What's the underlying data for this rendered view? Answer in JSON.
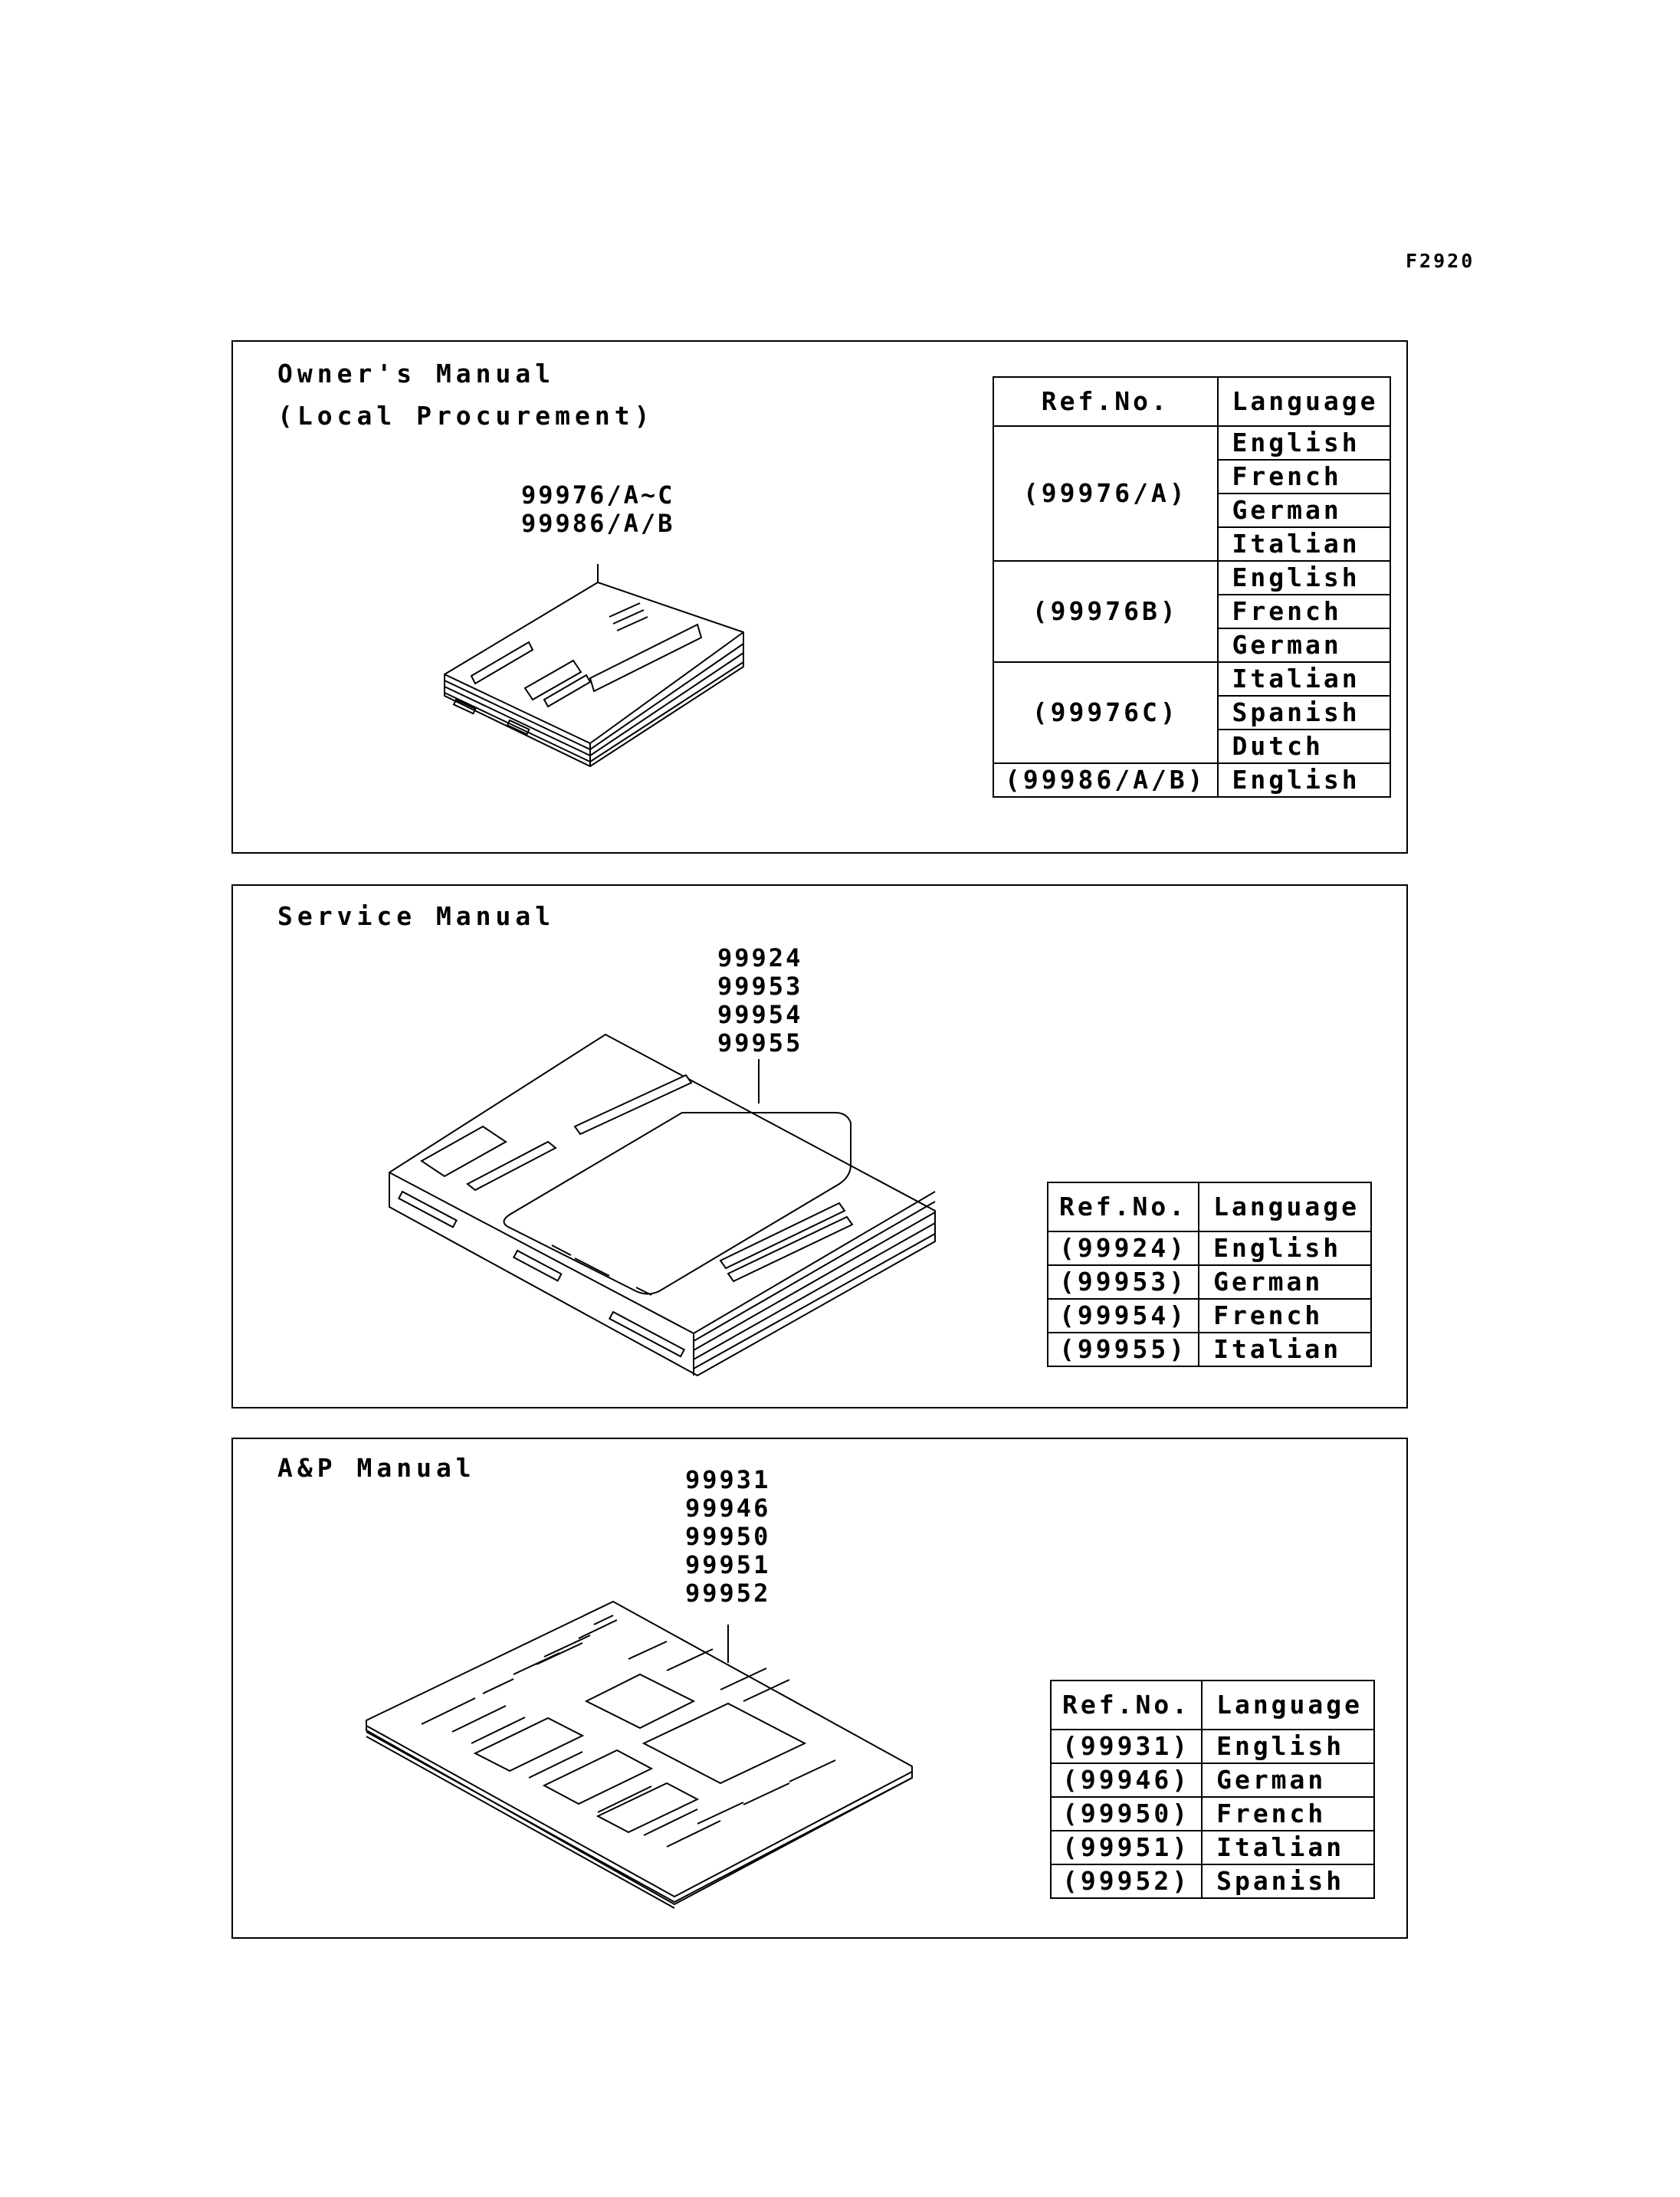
{
  "figure_code": "F2920",
  "owners_manual": {
    "title": "Owner's Manual",
    "subtitle": "(Local Procurement)",
    "callout": [
      "99976/A~C",
      "99986/A/B"
    ],
    "header": {
      "ref": "Ref.No.",
      "lang": "Language"
    },
    "refs": [
      "(99976/A)",
      "(99976B)",
      "(99976C)",
      "(99986/A/B)"
    ],
    "langs": [
      "English",
      "French",
      "German",
      "Italian",
      "English",
      "French",
      "German",
      "Italian",
      "Spanish",
      "Dutch",
      "English"
    ]
  },
  "service_manual": {
    "title": "Service Manual",
    "callout": [
      "99924",
      "99953",
      "99954",
      "99955"
    ],
    "header": {
      "ref": "Ref.No.",
      "lang": "Language"
    },
    "rows": [
      {
        "ref": "(99924)",
        "lang": "English"
      },
      {
        "ref": "(99953)",
        "lang": "German"
      },
      {
        "ref": "(99954)",
        "lang": "French"
      },
      {
        "ref": "(99955)",
        "lang": "Italian"
      }
    ]
  },
  "ap_manual": {
    "title": "A&P Manual",
    "callout": [
      "99931",
      "99946",
      "99950",
      "99951",
      "99952"
    ],
    "header": {
      "ref": "Ref.No.",
      "lang": "Language"
    },
    "rows": [
      {
        "ref": "(99931)",
        "lang": "English"
      },
      {
        "ref": "(99946)",
        "lang": "German"
      },
      {
        "ref": "(99950)",
        "lang": "French"
      },
      {
        "ref": "(99951)",
        "lang": "Italian"
      },
      {
        "ref": "(99952)",
        "lang": "Spanish"
      }
    ]
  }
}
